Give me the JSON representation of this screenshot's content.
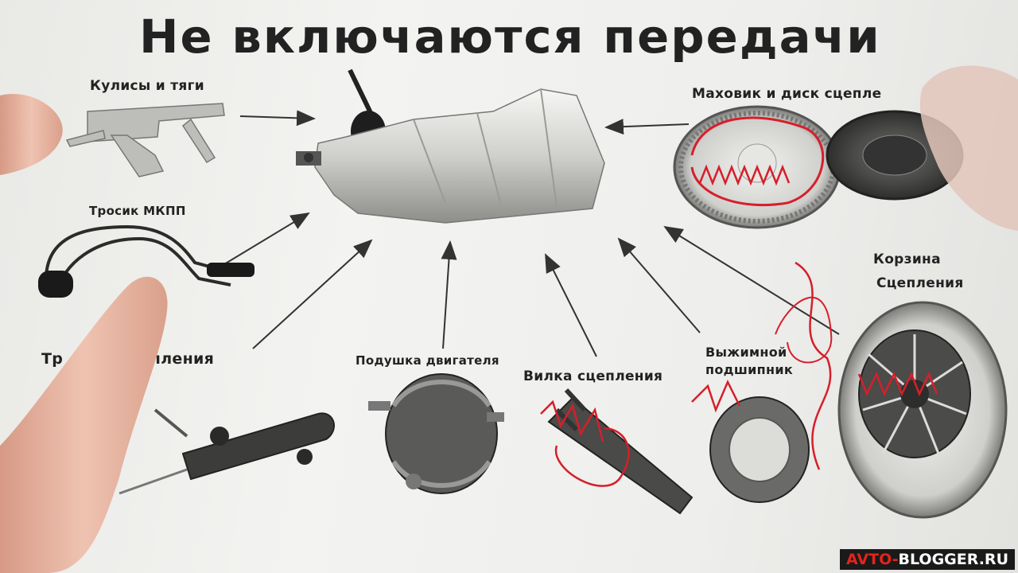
{
  "poster": {
    "title": "Не включаются передачи",
    "labels": {
      "linkage": "Кулисы и тяги",
      "cable": "Тросик МКПП",
      "clutch_drive": "Тр     од сцепления",
      "engine_mount": "Подушка двигателя",
      "clutch_fork": "Вилка сцепления",
      "release_bearing_1": "Выжимной",
      "release_bearing_2": "подшипник",
      "flywheel": "Маховик и диск сцепле",
      "pressure_plate_1": "Корзина",
      "pressure_plate_2": "Сцепления"
    }
  },
  "watermark": {
    "part1": "AVTO-",
    "part2": "BLOGGER.RU"
  },
  "colors": {
    "ink": "#222222",
    "marker": "#d61f2a",
    "skin": "#e8b7a4"
  }
}
